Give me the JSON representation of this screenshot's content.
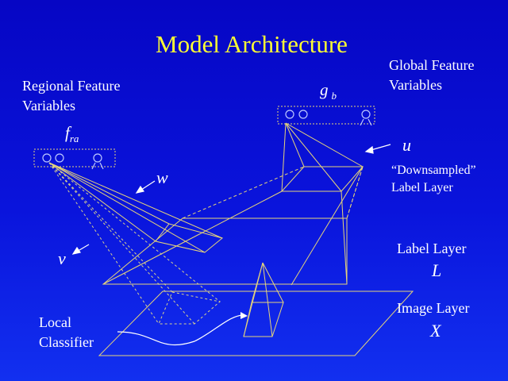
{
  "colors": {
    "background_top": "#0606c4",
    "background_bottom": "#1230f0",
    "title": "#ffff33",
    "text": "#ffffff",
    "lines": "#e6d47a",
    "units": "#bdc8ff"
  },
  "title": "Model Architecture",
  "labels": {
    "regional_line1": "Regional Feature",
    "regional_line2": "Variables",
    "global_line1": "Global Feature",
    "global_line2": "Variables",
    "downsampled_line1": "“Downsampled”",
    "downsampled_line2": "Label Layer",
    "label_layer": "Label Layer",
    "image_layer": "Image Layer",
    "local_line1": "Local",
    "local_line2": "Classifier"
  },
  "symbols": {
    "f": "f",
    "f_sub": "ra",
    "g": "g",
    "g_sub": "b",
    "u": "u",
    "w": "w",
    "v": "v",
    "L": "L",
    "X": "X"
  }
}
